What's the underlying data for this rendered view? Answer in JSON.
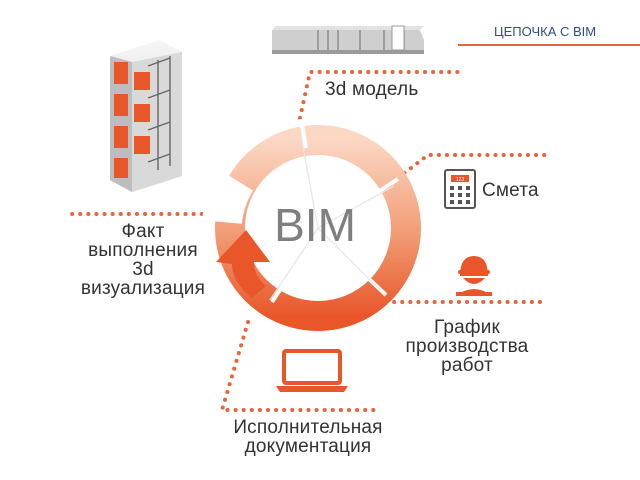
{
  "slide": {
    "title": "ЦЕПОЧКА С BIM"
  },
  "diagram": {
    "center_label": "BIM",
    "stages": {
      "model": "3d модель",
      "estimate": "Смета",
      "schedule_line1": "График",
      "schedule_line2": "производства",
      "schedule_line3": "работ",
      "docs_line1": "Исполнительная",
      "docs_line2": "документация",
      "fact_line1": "Факт",
      "fact_line2": "выполнения",
      "fact_line3": "3d",
      "fact_line4": "визуализация"
    },
    "calculator_display": "123"
  },
  "colors": {
    "accent": "#e8643a",
    "accent_light": "#f7c4a8",
    "text_dark": "#333333",
    "title_blue": "#2c4f8c",
    "bim_gray": "#7f7f7f"
  },
  "icons": [
    "building-icon",
    "3d-model-icon",
    "calculator-icon",
    "worker-icon",
    "laptop-icon",
    "cycle-arrow-icon"
  ]
}
